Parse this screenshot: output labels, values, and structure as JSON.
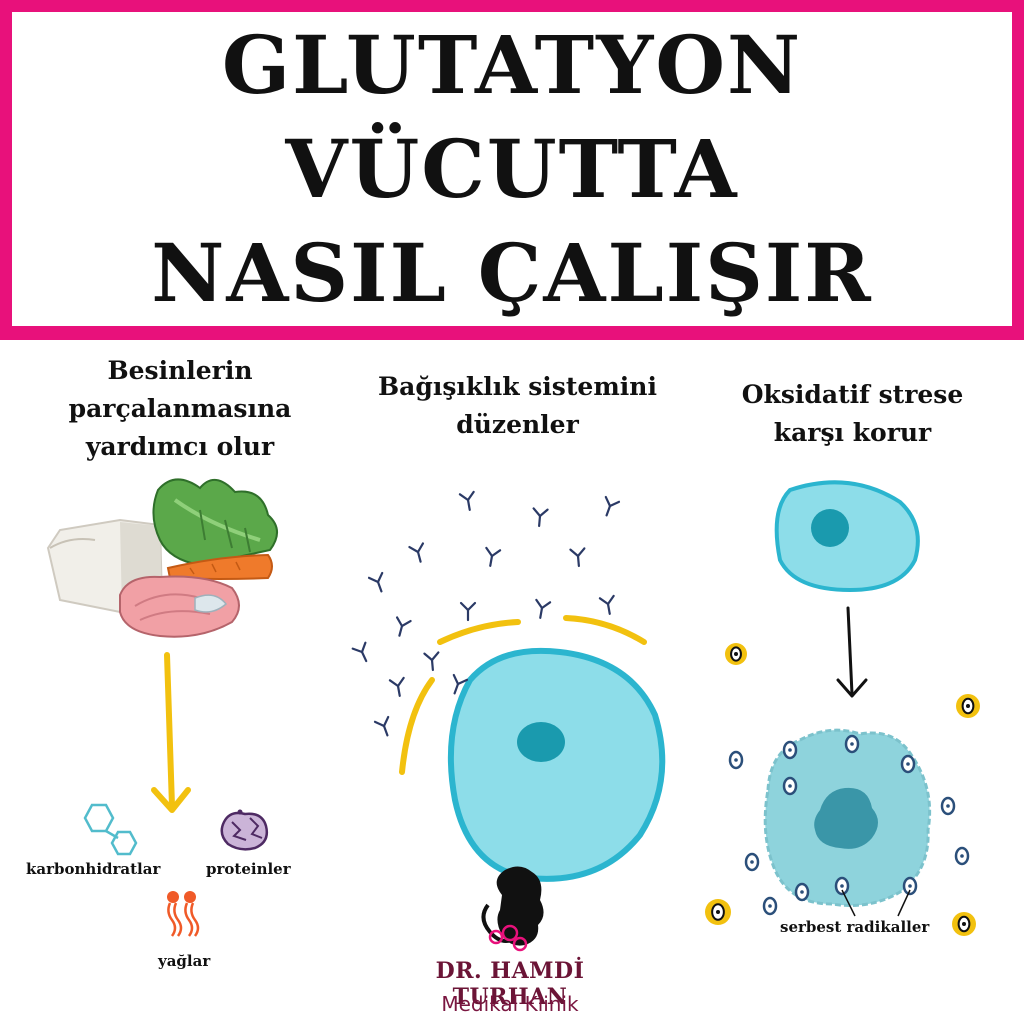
{
  "title": {
    "line1": "GLUTATYON",
    "line2": "VÜCUTTA",
    "line3": "NASIL ÇALIŞIR"
  },
  "columns": [
    {
      "heading_lines": [
        "Besinlerin",
        "parçalanmasına",
        "yardımcı olur"
      ],
      "labels": {
        "carbs": "karbonhidratlar",
        "proteins": "proteinler",
        "fats": "yağlar"
      }
    },
    {
      "heading_lines": [
        "Bağışıklık sistemini",
        "düzenler"
      ]
    },
    {
      "heading_lines": [
        "Oksidatif strese",
        "karşı korur"
      ],
      "labels": {
        "free_radicals": "serbest radikaller"
      }
    }
  ],
  "brand": {
    "name": "DR. HAMDİ TURHAN",
    "subtitle": "Medikal Klinik"
  },
  "colors": {
    "frame": "#e8117b",
    "cell": "#8ddde9",
    "cell_border": "#2bb5cf",
    "nucleus": "#1a9aae",
    "arrow_yellow": "#f2c10f",
    "antibody": "#2b3a66",
    "brand": "#6b1436"
  }
}
